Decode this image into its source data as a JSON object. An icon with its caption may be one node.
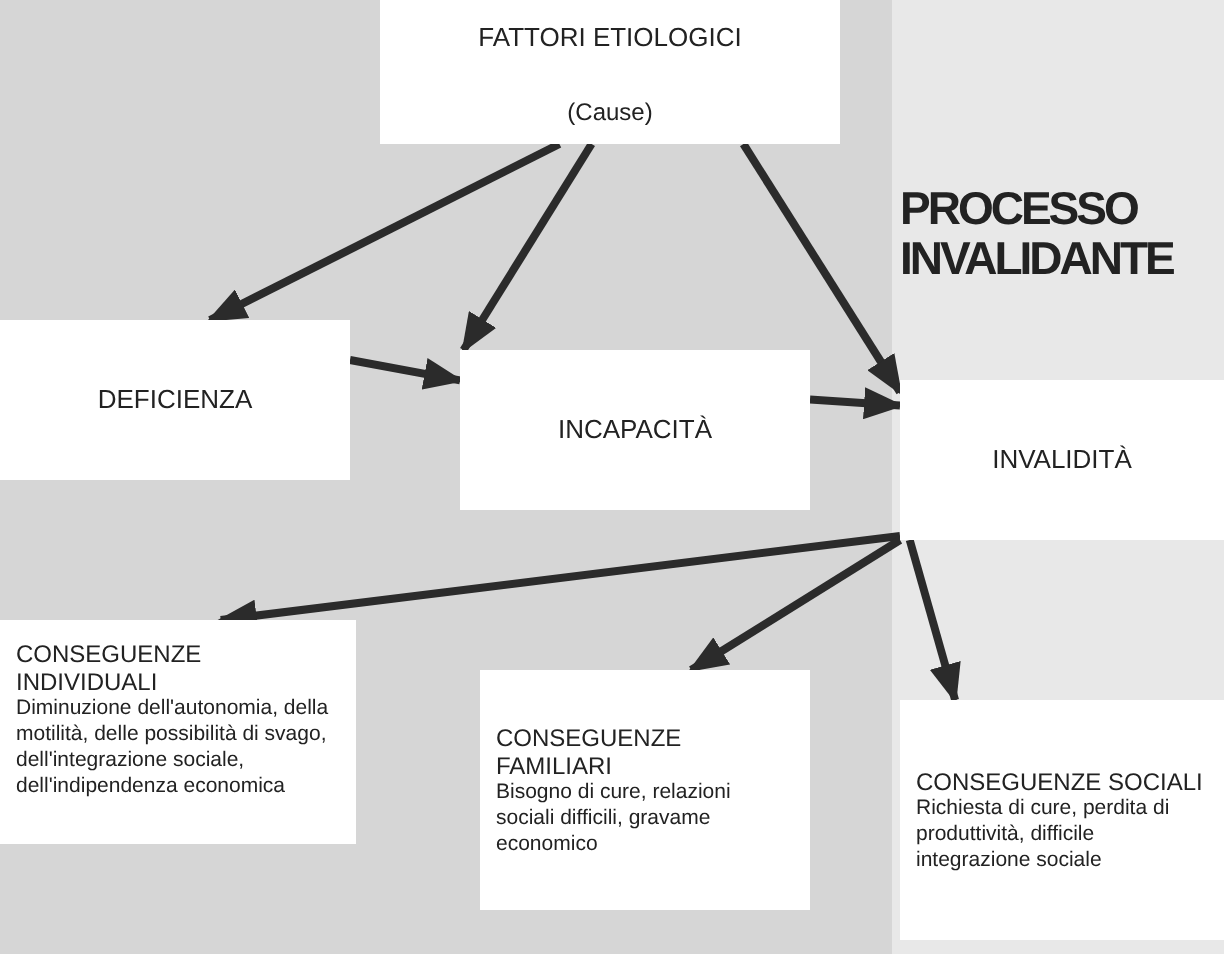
{
  "diagram": {
    "title": "PROCESSO INVALIDANTE",
    "nodes": [
      {
        "text": [
          "FATTORI ETIOLOGICI",
          "(Cause)"
        ]
      },
      {
        "text": [
          "DEFICIENZA"
        ]
      },
      {
        "text": [
          "INCAPACITÀ"
        ]
      },
      {
        "text": [
          "INVALIDITÀ"
        ]
      },
      {
        "text": [
          "CONSEGUENZE INDIVIDUALI",
          "Diminuzione dell'autonomia, della motilità, delle possibilità di svago, dell'integrazione sociale, dell'indipendenza economica"
        ]
      },
      {
        "text": [
          "CONSEGUENZE FAMILIARI",
          "Bisogno di cure, relazioni sociali difficili, gravame economico"
        ]
      },
      {
        "text": [
          "CONSEGUENZE SOCIALI",
          "Richiesta di cure, perdita di produttività, difficile integrazione sociale"
        ]
      }
    ],
    "edges": [
      {
        "from": 0,
        "to": 1,
        "arrow": "to"
      },
      {
        "from": 0,
        "to": 2,
        "arrow": "to"
      },
      {
        "from": 0,
        "to": 3,
        "arrow": "to"
      },
      {
        "from": 1,
        "to": 2,
        "arrow": "to"
      },
      {
        "from": 2,
        "to": 3,
        "arrow": "to"
      },
      {
        "from": 3,
        "to": 4,
        "arrow": "to"
      },
      {
        "from": 3,
        "to": 5,
        "arrow": "to"
      },
      {
        "from": 3,
        "to": 6,
        "arrow": "to"
      }
    ]
  }
}
